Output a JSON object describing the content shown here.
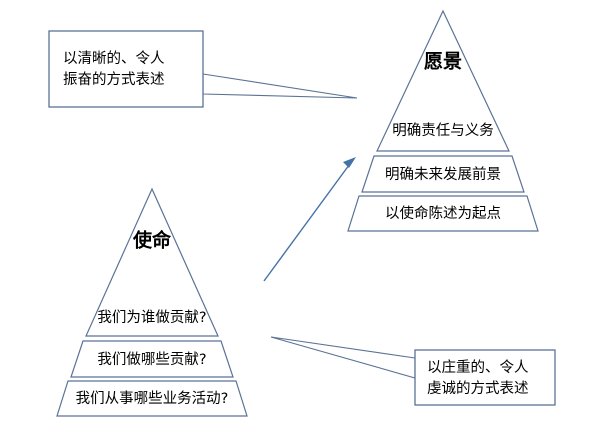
{
  "diagram": {
    "background_color": "#ffffff",
    "outline_color": "#5b7296",
    "arrow_color": "#4472a8",
    "text_color": "#000000",
    "vision_pyramid": {
      "title": "愿景",
      "bands": [
        {
          "label": "明确责任与义务"
        },
        {
          "label": "明确未来发展前景"
        },
        {
          "label": "以使命陈述为起点"
        }
      ]
    },
    "mission_pyramid": {
      "title": "使命",
      "bands": [
        {
          "label": "我们为谁做贡献?"
        },
        {
          "label": "我们做哪些贡献?"
        },
        {
          "label": "我们从事哪些业务活动?"
        }
      ]
    },
    "callouts": [
      {
        "id": "vision-callout",
        "line1": "以清晰的、令人",
        "line2": "振奋的方式表述"
      },
      {
        "id": "mission-callout",
        "line1": "以庄重的、令人",
        "line2": "虔诚的方式表述"
      }
    ]
  }
}
